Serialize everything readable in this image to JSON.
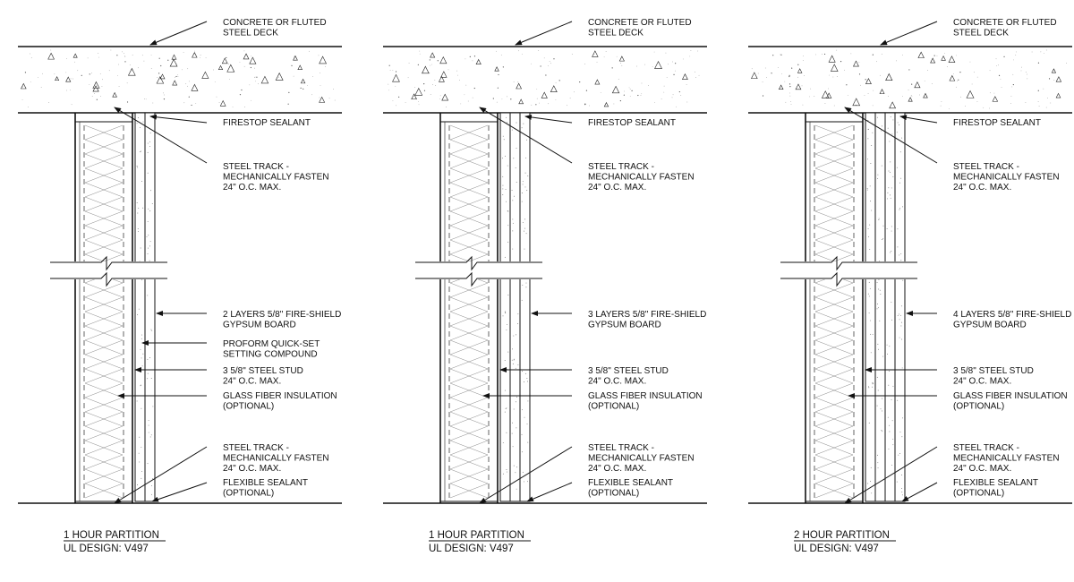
{
  "details": [
    {
      "id": "detail-1",
      "board_layers": 2,
      "compound_visible": true,
      "labels": {
        "deck": [
          "CONCRETE OR FLUTED",
          "STEEL DECK"
        ],
        "firestop": [
          "FIRESTOP SEALANT"
        ],
        "top_track": [
          "STEEL TRACK -",
          "MECHANICALLY FASTEN",
          "24\" O.C. MAX."
        ],
        "board": [
          "2 LAYERS 5/8\" FIRE-SHIELD",
          "GYPSUM BOARD"
        ],
        "compound": [
          "PROFORM QUICK-SET",
          "SETTING COMPOUND"
        ],
        "stud": [
          "3 5/8\" STEEL STUD",
          "24\" O.C. MAX."
        ],
        "insulation": [
          "GLASS FIBER INSULATION",
          "(OPTIONAL)"
        ],
        "bottom_track": [
          "STEEL TRACK -",
          "MECHANICALLY FASTEN",
          "24\" O.C. MAX."
        ],
        "sealant": [
          "FLEXIBLE SEALANT",
          "(OPTIONAL)"
        ]
      },
      "title": "1 HOUR PARTITION",
      "subtitle": "UL DESIGN: V497"
    },
    {
      "id": "detail-2",
      "board_layers": 3,
      "compound_visible": false,
      "labels": {
        "deck": [
          "CONCRETE OR FLUTED",
          "STEEL DECK"
        ],
        "firestop": [
          "FIRESTOP SEALANT"
        ],
        "top_track": [
          "STEEL TRACK -",
          "MECHANICALLY FASTEN",
          "24\" O.C. MAX."
        ],
        "board": [
          "3 LAYERS 5/8\" FIRE-SHIELD",
          "GYPSUM BOARD"
        ],
        "stud": [
          "3 5/8\" STEEL STUD",
          "24\" O.C. MAX."
        ],
        "insulation": [
          "GLASS FIBER INSULATION",
          "(OPTIONAL)"
        ],
        "bottom_track": [
          "STEEL TRACK -",
          "MECHANICALLY FASTEN",
          "24\" O.C. MAX."
        ],
        "sealant": [
          "FLEXIBLE SEALANT",
          "(OPTIONAL)"
        ]
      },
      "title": "1 HOUR PARTITION",
      "subtitle": "UL DESIGN: V497"
    },
    {
      "id": "detail-3",
      "board_layers": 4,
      "compound_visible": false,
      "labels": {
        "deck": [
          "CONCRETE OR FLUTED",
          "STEEL DECK"
        ],
        "firestop": [
          "FIRESTOP SEALANT"
        ],
        "top_track": [
          "STEEL TRACK -",
          "MECHANICALLY FASTEN",
          "24\" O.C. MAX."
        ],
        "board": [
          "4 LAYERS 5/8\" FIRE-SHIELD",
          "GYPSUM BOARD"
        ],
        "stud": [
          "3 5/8\" STEEL STUD",
          "24\" O.C. MAX."
        ],
        "insulation": [
          "GLASS FIBER INSULATION",
          "(OPTIONAL)"
        ],
        "bottom_track": [
          "STEEL TRACK -",
          "MECHANICALLY FASTEN",
          "24\" O.C. MAX."
        ],
        "sealant": [
          "FLEXIBLE SEALANT",
          "(OPTIONAL)"
        ]
      },
      "title": "2 HOUR PARTITION",
      "subtitle": "UL DESIGN: V497"
    }
  ]
}
